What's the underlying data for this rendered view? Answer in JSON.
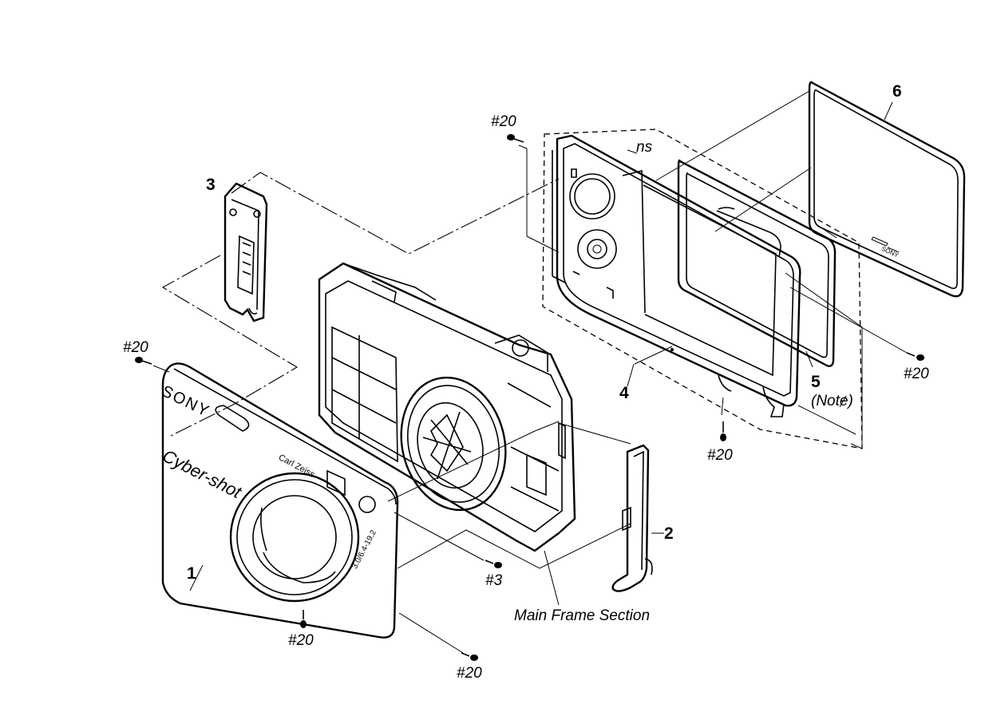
{
  "labels": {
    "part1": "1",
    "part2": "2",
    "part3": "3",
    "part4": "4",
    "part5": "5",
    "part5_note": "(Note)",
    "part6": "6",
    "ns": "ns",
    "main_frame": "Main Frame Section",
    "screw_20": "#20",
    "screw_3": "#3"
  },
  "printed_markings": {
    "brand": "SONY",
    "model_line": "Cyber-shot",
    "lens_brand": "Carl Zeiss",
    "lens_spec": "3.0/6.4-19.2",
    "screen_brand": "SONY"
  }
}
